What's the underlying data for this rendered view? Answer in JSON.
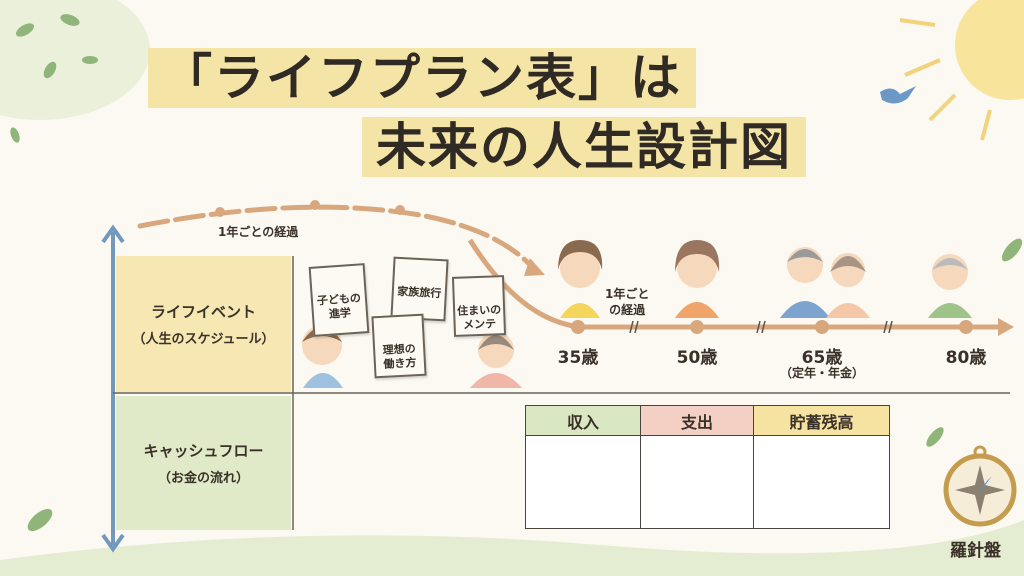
{
  "title": {
    "line1": "「ライフプラン表」は",
    "line2": "未来の人生設計図"
  },
  "rows": [
    {
      "label": "ライフイベント",
      "sub": "（人生のスケジュール）"
    },
    {
      "label": "キャッシュフロー",
      "sub": "（お金の流れ）"
    }
  ],
  "timeline": {
    "elapsed_label": "1年ごとの経過",
    "elapsed_label_2a": "1年ごと",
    "elapsed_label_2b": "の経過",
    "ages": [
      "35歳",
      "50歳",
      "65歳",
      "80歳"
    ],
    "age_65_note": "（定年・年金）"
  },
  "event_cards": [
    {
      "line1": "子どもの",
      "line2": "進学"
    },
    {
      "line1": "家族旅行",
      "line2": ""
    },
    {
      "line1": "理想の",
      "line2": "働き方"
    },
    {
      "line1": "住まいの",
      "line2": "メンテ"
    }
  ],
  "cashflow": {
    "headers": [
      "収入",
      "支出",
      "貯蓄残高"
    ],
    "colors": [
      "#d9e8c3",
      "#f3cfc4",
      "#f6e3a2"
    ]
  },
  "compass_label": "羅針盤"
}
